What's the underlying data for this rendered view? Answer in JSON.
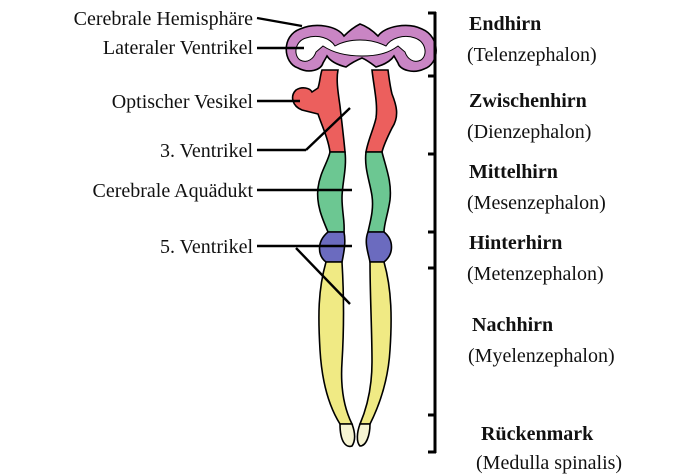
{
  "labels_left": {
    "cerebral_hemisphere": "Cerebrale Hemisphäre",
    "lateral_ventricle": "Lateraler Ventrikel",
    "optic_vesicle": "Optischer Vesikel",
    "third_ventricle": "3. Ventrikel",
    "aqueduct": "Cerebrale Aquädukt",
    "fifth_ventricle": "5. Ventrikel"
  },
  "regions": [
    {
      "name": "Endhirn",
      "latin": "(Telenzephalon)",
      "color": "#c985c4"
    },
    {
      "name": "Zwischenhirn",
      "latin": "(Dienzephalon)",
      "color": "#ec5f5d"
    },
    {
      "name": "Mittelhirn",
      "latin": "(Mesenzephalon)",
      "color": "#6cc792"
    },
    {
      "name": "Hinterhirn",
      "latin": "(Metenzephalon)",
      "color": "#6b6bbf"
    },
    {
      "name": "Nachhirn",
      "latin": "(Myelenzephalon)",
      "color": "#f0ea84"
    },
    {
      "name": "Rückenmark",
      "latin": "(Medulla spinalis)",
      "color": "#f6f4d2"
    }
  ]
}
